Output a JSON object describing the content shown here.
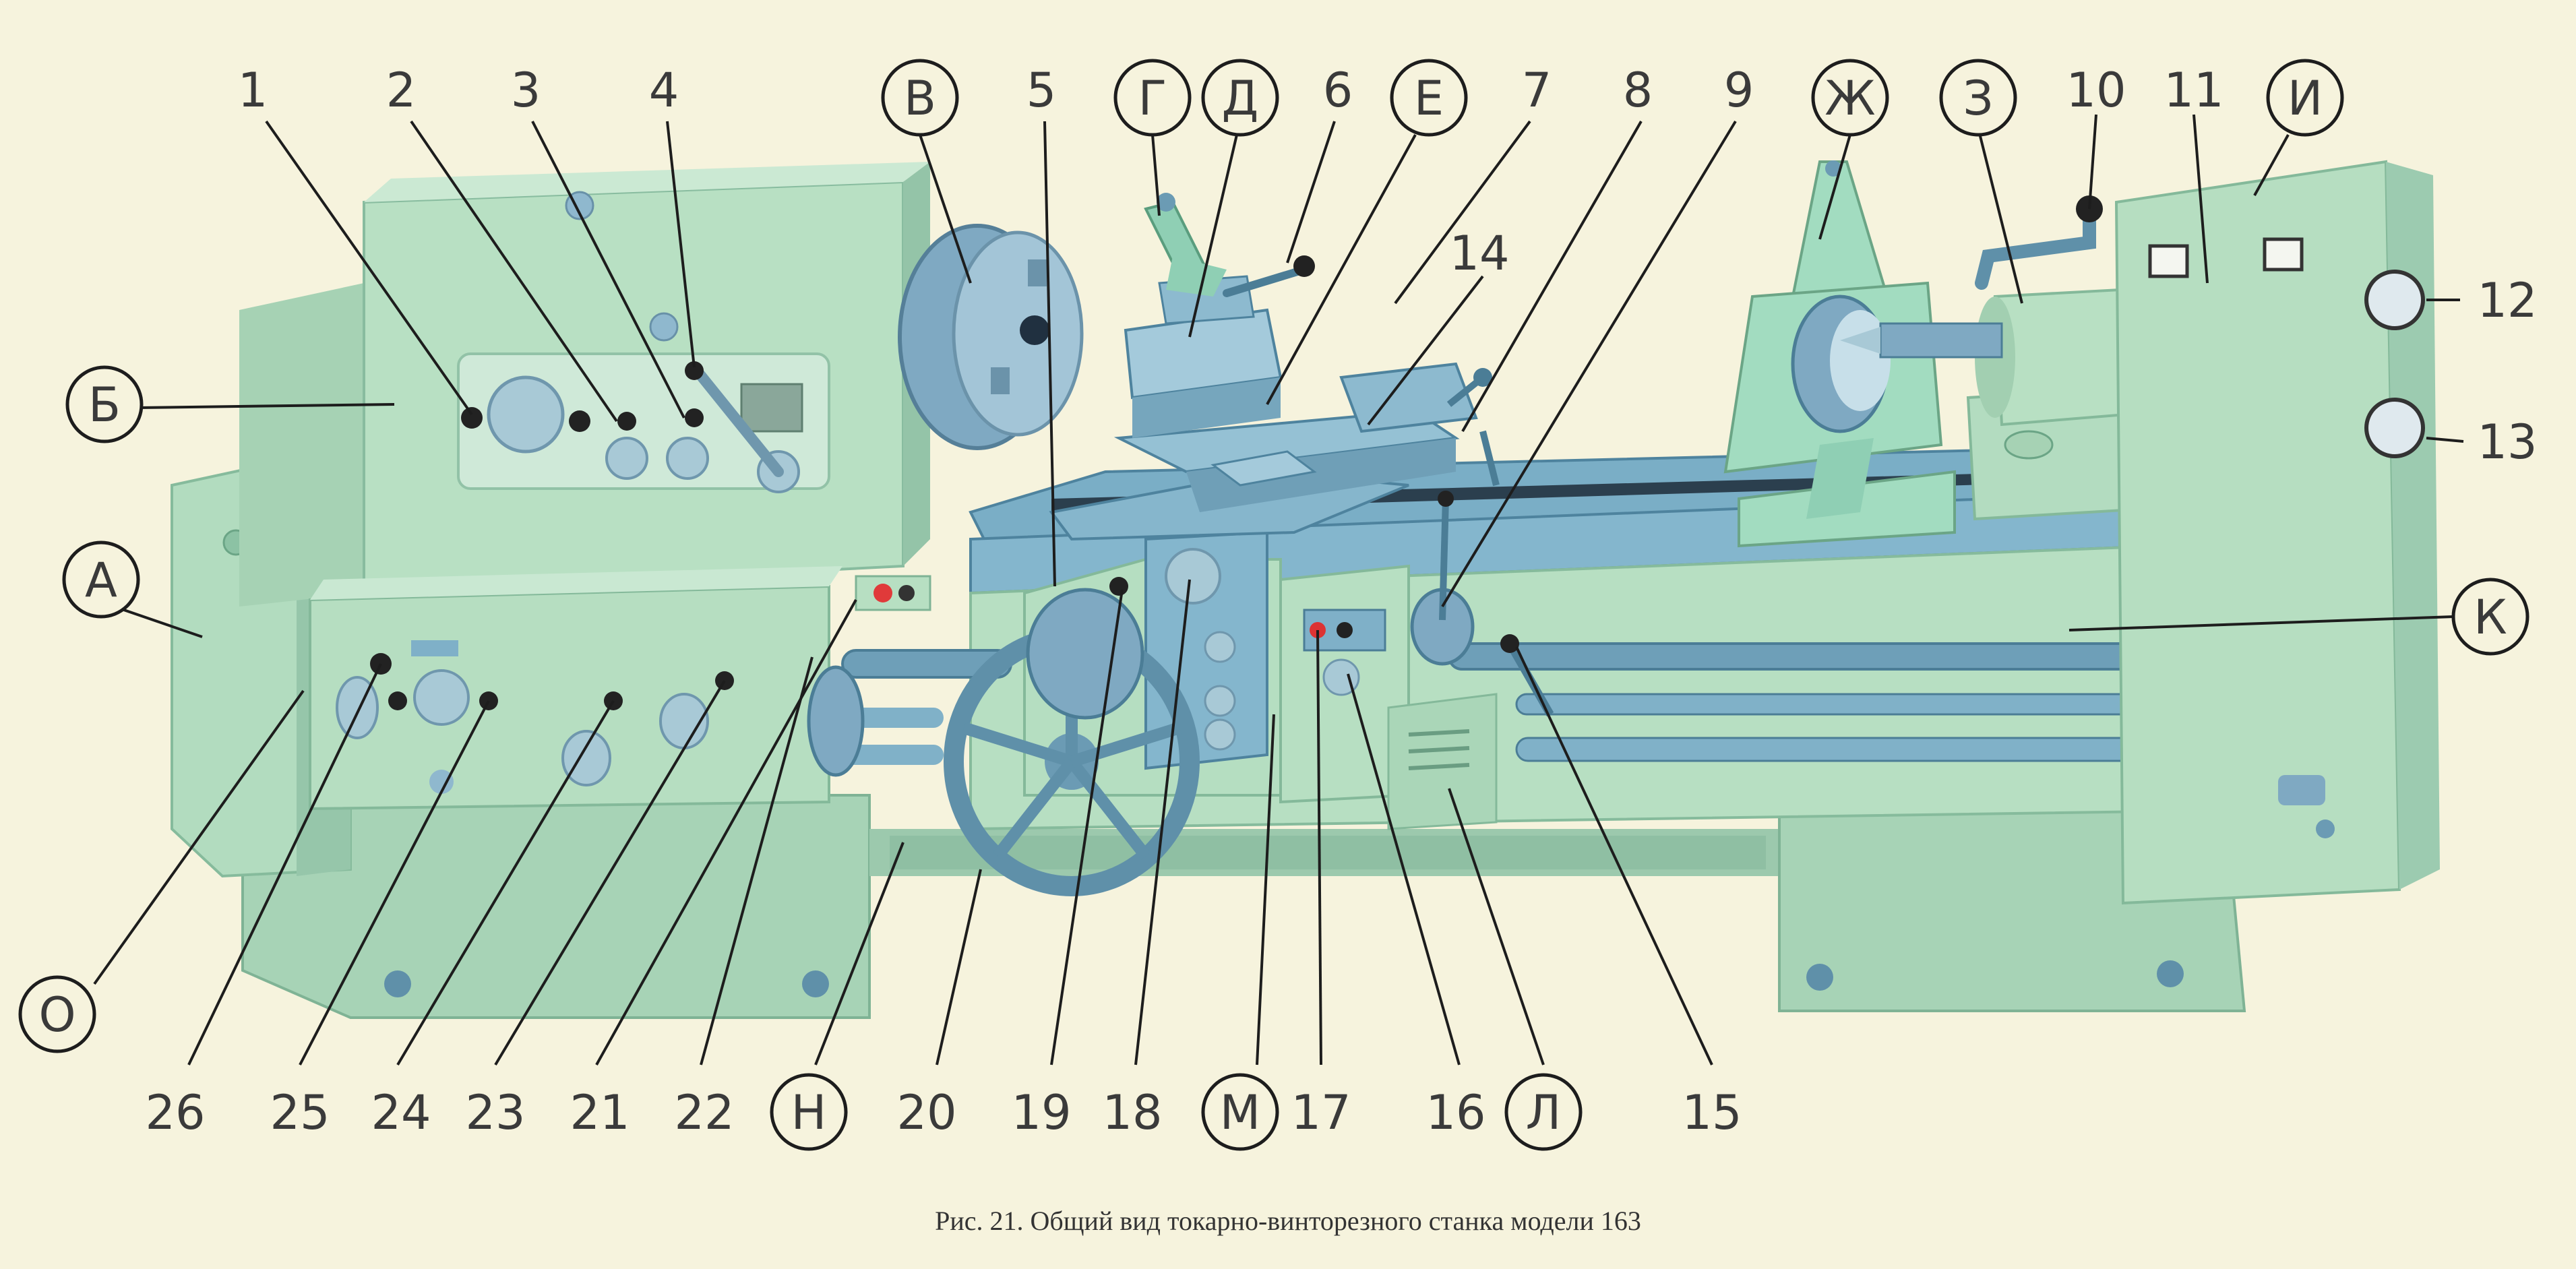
{
  "caption": "Рис. 21. Общий вид токарно-винторезного станка модели 163",
  "colors": {
    "machine_green": "#b4dcc0",
    "machine_green_dark": "#8fc3a7",
    "machine_blue": "#76a9bf",
    "machine_blue_dark": "#4f84a0",
    "background": "#f6f3dd",
    "leader": "#1d1d1d"
  },
  "numbered_labels": [
    {
      "id": "n1",
      "text": "1"
    },
    {
      "id": "n2",
      "text": "2"
    },
    {
      "id": "n3",
      "text": "3"
    },
    {
      "id": "n4",
      "text": "4"
    },
    {
      "id": "n5",
      "text": "5"
    },
    {
      "id": "n6",
      "text": "6"
    },
    {
      "id": "n7",
      "text": "7"
    },
    {
      "id": "n8",
      "text": "8"
    },
    {
      "id": "n9",
      "text": "9"
    },
    {
      "id": "n10",
      "text": "10"
    },
    {
      "id": "n11",
      "text": "11"
    },
    {
      "id": "n12",
      "text": "12"
    },
    {
      "id": "n13",
      "text": "13"
    },
    {
      "id": "n14",
      "text": "14"
    },
    {
      "id": "n15",
      "text": "15"
    },
    {
      "id": "n16",
      "text": "16"
    },
    {
      "id": "n17",
      "text": "17"
    },
    {
      "id": "n18",
      "text": "18"
    },
    {
      "id": "n19",
      "text": "19"
    },
    {
      "id": "n20",
      "text": "20"
    },
    {
      "id": "n21",
      "text": "21"
    },
    {
      "id": "n22",
      "text": "22"
    },
    {
      "id": "n23",
      "text": "23"
    },
    {
      "id": "n24",
      "text": "24"
    },
    {
      "id": "n25",
      "text": "25"
    },
    {
      "id": "n26",
      "text": "26"
    }
  ],
  "letter_labels": [
    {
      "id": "A",
      "text": "А"
    },
    {
      "id": "B",
      "text": "Б"
    },
    {
      "id": "V",
      "text": "В"
    },
    {
      "id": "G",
      "text": "Г"
    },
    {
      "id": "D",
      "text": "Д"
    },
    {
      "id": "E",
      "text": "Е"
    },
    {
      "id": "Zh",
      "text": "Ж"
    },
    {
      "id": "Z",
      "text": "З"
    },
    {
      "id": "I",
      "text": "И"
    },
    {
      "id": "K",
      "text": "К"
    },
    {
      "id": "L",
      "text": "Л"
    },
    {
      "id": "M",
      "text": "М"
    },
    {
      "id": "N",
      "text": "Н"
    },
    {
      "id": "O",
      "text": "О"
    }
  ]
}
